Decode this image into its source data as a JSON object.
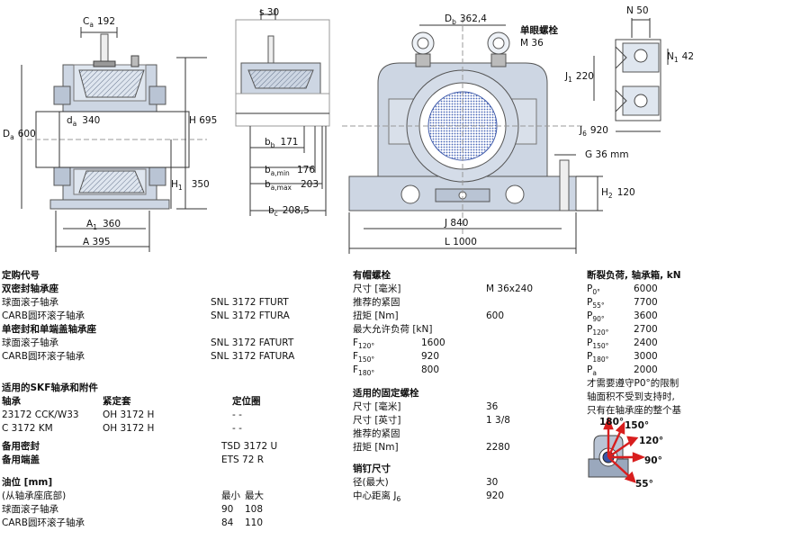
{
  "dims": {
    "ca": "192",
    "ca_label": "C",
    "ca_sub": "a",
    "s": "s  30",
    "db": "362,4",
    "db_label": "D",
    "db_sub": "b",
    "bolt_title": "单眼螺栓",
    "bolt_size": "M 36",
    "n": "N  50",
    "n1": "42",
    "n1_label": "N",
    "n1_sub": "1",
    "j1": "220",
    "j1_label": "J",
    "j1_sub": "1",
    "j6": "920",
    "j6_label": "J",
    "j6_sub": "6",
    "g": "G  36 mm",
    "da_big": "600",
    "da_big_label": "D",
    "da_big_sub": "a",
    "da_small": "340",
    "da_small_label": "d",
    "da_small_sub": "a",
    "h": "H  695",
    "bb": "171",
    "bb_label": "b",
    "bb_sub": "b",
    "bamin_label": "b",
    "bamin_sub": "a,min",
    "bamin": "176",
    "bamax_label": "b",
    "bamax_sub": "a,max",
    "bamax": "203",
    "bc": "208,5",
    "bc_label": "b",
    "bc_sub": "c",
    "h1": "350",
    "h1_label": "H",
    "h1_sub": "1",
    "h2": "120",
    "h2_label": "H",
    "h2_sub": "2",
    "a1": "360",
    "a1_label": "A",
    "a1_sub": "1",
    "a": "A  395",
    "j": "J  840",
    "l": "L  1000"
  },
  "order": {
    "title": "定购代号",
    "section1": "双密封轴承座",
    "s1_rows": [
      {
        "label": "球面滚子轴承",
        "code": "SNL 3172 FTURT"
      },
      {
        "label": "CARB圆环滚子轴承",
        "code": "SNL 3172 FTURA"
      }
    ],
    "section2": "单密封和单端盖轴承座",
    "s2_rows": [
      {
        "label": "球面滚子轴承",
        "code": "SNL 3172 FATURT"
      },
      {
        "label": "CARB圆环滚子轴承",
        "code": "SNL 3172 FATURA"
      }
    ]
  },
  "accessories": {
    "title": "适用的SKF轴承和附件",
    "h_bearing": "轴承",
    "h_sleeve": "紧定套",
    "h_ring": "定位圈",
    "rows": [
      {
        "bearing": "23172 CCK/W33",
        "sleeve": "OH 3172 H",
        "ring": "-  -"
      },
      {
        "bearing": "C 3172 KM",
        "sleeve": "OH 3172 H",
        "ring": "-  -"
      }
    ],
    "seal_label": "备用密封",
    "seal_value": "TSD 3172 U",
    "cover_label": "备用端盖",
    "cover_value": "ETS 72 R"
  },
  "oilgroove": {
    "title": "油位 [mm]",
    "subtitle": "(从轴承座底部)",
    "h_min": "最小",
    "h_max": "最大",
    "rows": [
      {
        "label": "球面滚子轴承",
        "min": "90",
        "max": "108"
      },
      {
        "label": "CARB圆环滚子轴承",
        "min": "84",
        "max": "110"
      }
    ]
  },
  "capbolts": {
    "title": "有帽螺栓",
    "size_label": "尺寸 [毫米]",
    "size_value": "M 36x240",
    "torque_title": "推荐的紧固",
    "torque_label": "扭矩 [Nm]",
    "torque_value": "600",
    "load_title": "最大允许负荷 [kN]",
    "loads": [
      {
        "label": "F",
        "sub": "120°",
        "value": "1600"
      },
      {
        "label": "F",
        "sub": "150°",
        "value": "920"
      },
      {
        "label": "F",
        "sub": "180°",
        "value": "800"
      }
    ]
  },
  "fixbolts": {
    "title": "适用的固定螺栓",
    "mm_label": "尺寸 [毫米]",
    "mm_value": "36",
    "in_label": "尺寸 [英寸]",
    "in_value": "1 3/8",
    "torque_title": "推荐的紧固",
    "torque_label": "扭矩 [Nm]",
    "torque_value": "2280"
  },
  "pins": {
    "title": "销钉尺寸",
    "dia_label": "径(最大)",
    "dia_value": "30",
    "dist_label": "中心距离 J",
    "dist_sub": "6",
    "dist_value": "920"
  },
  "breaking": {
    "title": "断裂负荷, 轴承箱, kN",
    "rows": [
      {
        "label": "P",
        "sub": "0°",
        "value": "6000"
      },
      {
        "label": "P",
        "sub": "55°",
        "value": "7700"
      },
      {
        "label": "P",
        "sub": "90°",
        "value": "3600"
      },
      {
        "label": "P",
        "sub": "120°",
        "value": "2700"
      },
      {
        "label": "P",
        "sub": "150°",
        "value": "2400"
      },
      {
        "label": "P",
        "sub": "180°",
        "value": "3000"
      },
      {
        "label": "P",
        "sub": "a",
        "value": "2000"
      }
    ],
    "note1": "才需要遵守P0°的限制",
    "note2": "轴面积不受到支持时,",
    "note3": "只有在轴承座的整个基",
    "angles": {
      "a180": "180°",
      "a150": "150°",
      "a120": "120°",
      "a90": "90°",
      "a55": "55°"
    },
    "arrow_color": "#d81e1e",
    "angle_text_color": "#1a1a1a"
  },
  "colors": {
    "housing": "#cdd6e3",
    "housing_dark": "#8e9db3",
    "shaft": "#3a56a8",
    "line": "#333333"
  }
}
